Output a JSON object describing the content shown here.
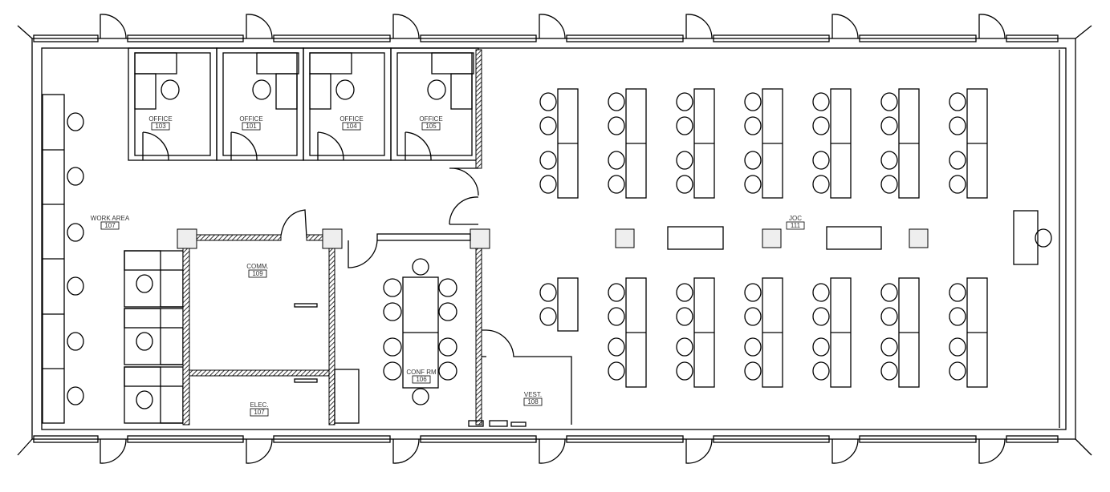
{
  "plan": {
    "rooms": [
      {
        "name": "OFFICE",
        "number": "103"
      },
      {
        "name": "OFFICE",
        "number": "101"
      },
      {
        "name": "OFFICE",
        "number": "104"
      },
      {
        "name": "OFFICE",
        "number": "105"
      },
      {
        "name": "WORK AREA",
        "number": "107"
      },
      {
        "name": "COMM.",
        "number": "109"
      },
      {
        "name": "ELEC.",
        "number": "107"
      },
      {
        "name": "CONF RM",
        "number": "106"
      },
      {
        "name": "VEST.",
        "number": "108"
      },
      {
        "name": "JOC",
        "number": "111"
      }
    ],
    "colors": {
      "line": "#000000",
      "text": "#333333"
    }
  }
}
